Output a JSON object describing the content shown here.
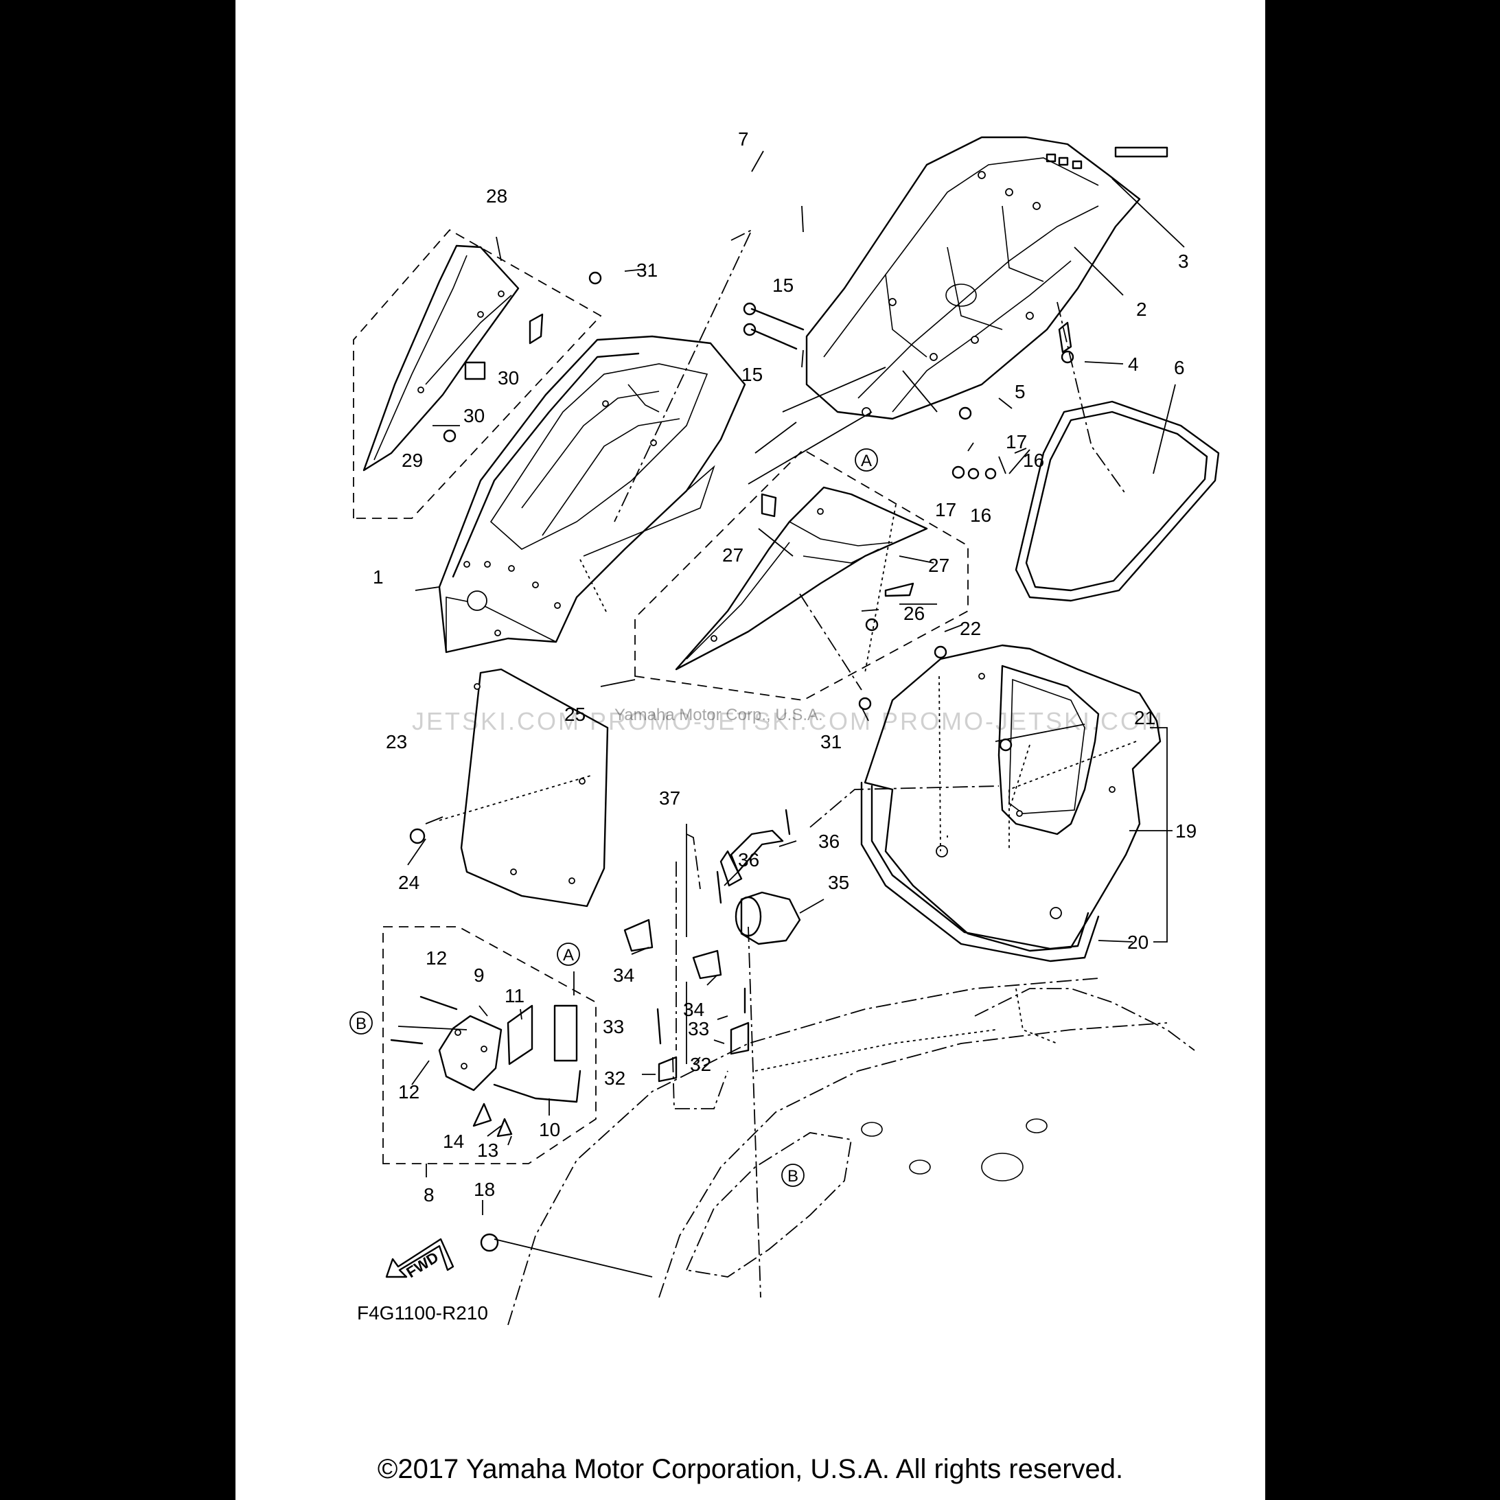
{
  "diagram_code": "F4G1100-R210",
  "copyright": "©2017 Yamaha Motor Corporation, U.S.A. All rights reserved.",
  "watermark": "JETSKI.COM   PROMO-JETSKI.COM   PROMO-JETSKI.COM",
  "watermark_overlay": "Yamaha Motor Corp., U.S.A.",
  "fwd_label": "FWD",
  "ref_a": "A",
  "ref_b": "B",
  "callouts": {
    "c1": "1",
    "c2": "2",
    "c3": "3",
    "c4": "4",
    "c5": "5",
    "c6": "6",
    "c7": "7",
    "c8": "8",
    "c9": "9",
    "c10": "10",
    "c11": "11",
    "c12a": "12",
    "c12b": "12",
    "c13": "13",
    "c14": "14",
    "c15a": "15",
    "c15b": "15",
    "c16a": "16",
    "c16b": "16",
    "c17a": "17",
    "c17b": "17",
    "c18": "18",
    "c19": "19",
    "c20": "20",
    "c21": "21",
    "c22": "22",
    "c23": "23",
    "c24": "24",
    "c25": "25",
    "c26": "26",
    "c27a": "27",
    "c27b": "27",
    "c28": "28",
    "c29": "29",
    "c30a": "30",
    "c30b": "30",
    "c31a": "31",
    "c31b": "31",
    "c32a": "32",
    "c32b": "32",
    "c33a": "33",
    "c33b": "33",
    "c34a": "34",
    "c34b": "34",
    "c35": "35",
    "c36a": "36",
    "c36b": "36",
    "c37": "37"
  }
}
